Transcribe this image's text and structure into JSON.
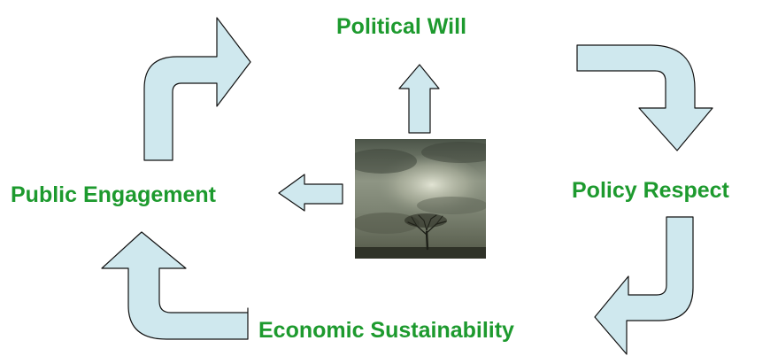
{
  "colors": {
    "label_green": "#1d9a2e",
    "arrow_fill": "#cfe8ee",
    "arrow_stroke": "#111111"
  },
  "nodes": {
    "top": "Political Will",
    "right": "Policy Respect",
    "bottom": "Economic Sustainability",
    "left": "Public Engagement"
  },
  "center_image": "tree-under-cloudy-sky",
  "arrows": [
    "center-to-political-will",
    "center-to-public-engagement",
    "public-engagement-to-political-will",
    "political-will-to-policy-respect",
    "policy-respect-to-economic-sustainability",
    "economic-sustainability-to-public-engagement"
  ]
}
